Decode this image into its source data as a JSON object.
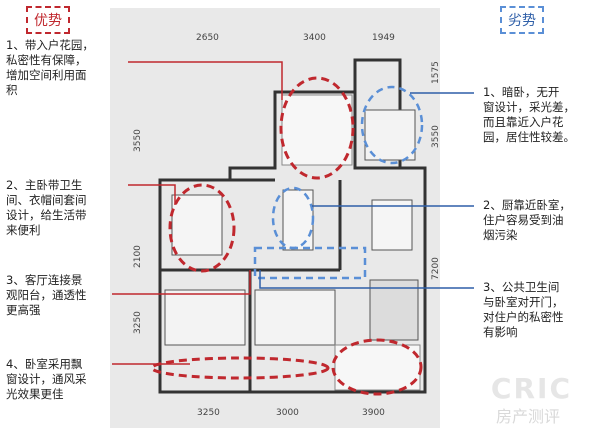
{
  "advantages_tag": "优势",
  "disadvantages_tag": "劣势",
  "advantages": [
    "1、带入户花园，\n私密性有保障，\n增加空间利用面\n积",
    "2、主卧带卫生\n间、衣帽间套间\n设计，给生活带\n来便利",
    "3、客厅连接景\n观阳台，通透性\n更高强",
    "4、卧室采用飘\n窗设计，通风采\n光效果更佳"
  ],
  "disadvantages": [
    "1、暗卧，无开\n窗设计，采光差，\n而且靠近入户花\n园，居住性较差。",
    "2、厨靠近卧室，\n住户容易受到油\n烟污染",
    "3、公共卫生间\n与卧室对开门，\n对住户的私密性\n有影响"
  ],
  "dimensions": {
    "top": [
      "2650",
      "3400",
      "1949"
    ],
    "bottom": [
      "3250",
      "3000",
      "3900"
    ],
    "left": [
      "3550",
      "2100",
      "3250"
    ],
    "right": [
      "1575",
      "3550",
      "7200"
    ]
  },
  "watermark": "CRIC",
  "watermark_sub": "房产测评",
  "colors": {
    "advantage": "#c0282e",
    "disadvantage": "#2f5fa8"
  }
}
